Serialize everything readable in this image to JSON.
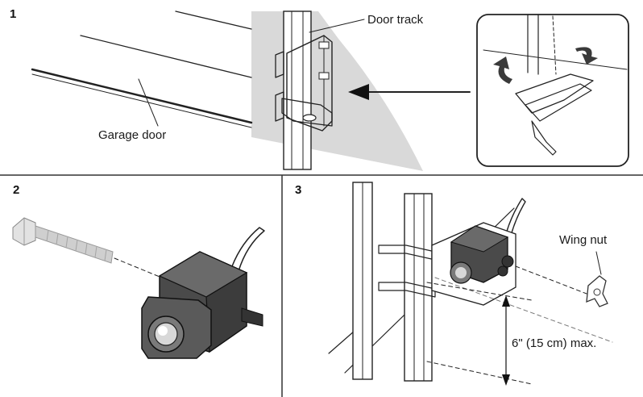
{
  "panels": [
    {
      "number": "1",
      "labels": {
        "track": "Door track",
        "door": "Garage door"
      }
    },
    {
      "number": "2"
    },
    {
      "number": "3",
      "labels": {
        "nut": "Wing nut",
        "distance": "6\" (15 cm) max."
      }
    }
  ],
  "colors": {
    "ink": "#222222",
    "shade_light": "#d9d9d9",
    "shade_mid": "#9a9a9a",
    "shade_dark": "#4a4a4a",
    "sensor_body": "#5a5a5a"
  }
}
